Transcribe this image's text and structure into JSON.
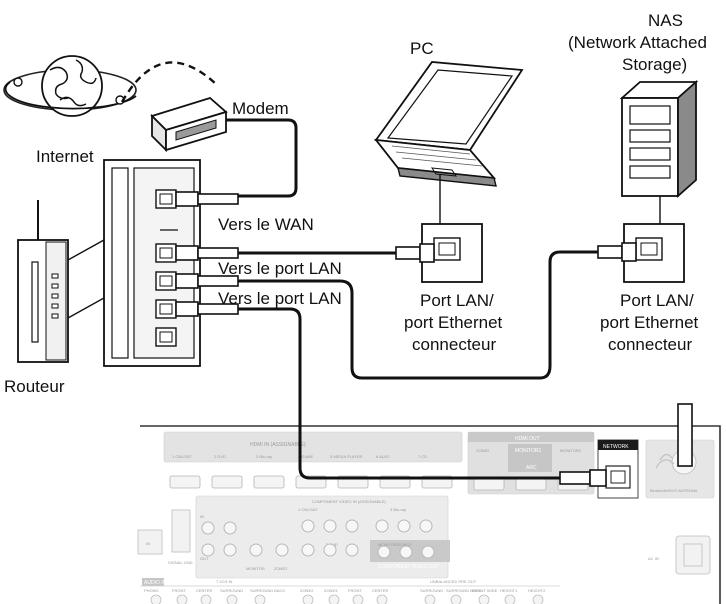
{
  "labels": {
    "internet": "Internet",
    "modem": "Modem",
    "pc": "PC",
    "nas_line1": "NAS",
    "nas_line2": "(Network Attached",
    "nas_line3": "Storage)",
    "routeur": "Routeur",
    "vers_wan": "Vers le WAN",
    "vers_lan_1": "Vers le port LAN",
    "vers_lan_2": "Vers le port LAN",
    "pc_port_line1": "Port LAN/",
    "pc_port_line2": "port Ethernet",
    "pc_port_line3": "connecteur",
    "nas_port_line1": "Port LAN/",
    "nas_port_line2": "port Ethernet",
    "nas_port_line3": "connecteur"
  },
  "receiver": {
    "hdmi_in_title": "HDMI IN (ASSIGNABLE)",
    "hdmi_inputs": [
      "1 CBL/SAT",
      "2 DVD",
      "3 Blu-ray",
      "4 GAME",
      "5 MEDIA PLAYER",
      "6 AUX2",
      "7 CD"
    ],
    "hdmi_out_title": "HDMI OUT",
    "hdmi_outputs": [
      "ZONE2",
      "MONITOR1",
      "MONITOR2"
    ],
    "arc": "ARC",
    "network": "NETWORK",
    "bt_antenna": "Bluetooth/Wi-Fi ANTENNA",
    "component_in": "COMPONENT VIDEO IN (ASSIGNABLE)",
    "component_out": "COMPONENT VIDEO OUT",
    "monitor_zone2": "MONITOR/ZONE2",
    "ac_in": "AC IN",
    "audio_in": "AUDIO IN",
    "phono": "PHONO",
    "ch71_in": "7.1CH IN",
    "unbalanced_pre_out": "UNBALANCED PRE OUT",
    "bottom_labels": [
      "FRONT",
      "CENTER",
      "SURROUND",
      "SURROUND BACK",
      "ZONE2",
      "ZONE3",
      "FRONT",
      "CENTER",
      "SURROUND",
      "SURROUND BACK",
      "FRONT WIDE",
      "HEIGHT1",
      "HEIGHT2"
    ],
    "in": "IN",
    "out": "OUT",
    "cbl_sat": "1 CBL/SAT",
    "dvd": "2 DVD",
    "bluray": "3 Blu-ray",
    "signal_gnd": "SIGNAL GND",
    "monitor": "MONITOR",
    "zone2": "ZONE2"
  },
  "colors": {
    "cable": "#111111",
    "receiver_panel": "#d8d8d8",
    "receiver_line": "#bdbdbd",
    "device_gray": "#6e6e6e",
    "device_light": "#e9e9e9"
  }
}
